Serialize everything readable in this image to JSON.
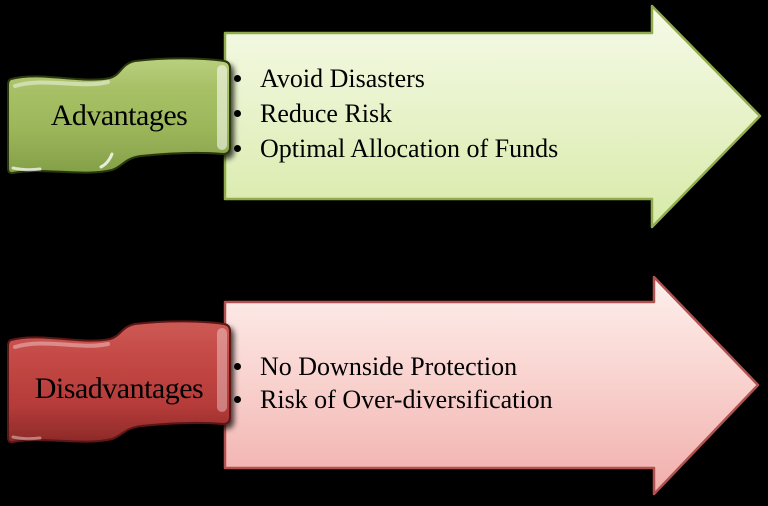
{
  "background_color": "#000000",
  "text_color": "#000000",
  "advantages": {
    "label": "Advantages",
    "items": [
      "Avoid Disasters",
      "Reduce Risk",
      "Optimal Allocation of Funds"
    ],
    "ribbon_fill_top": "#b9cf7e",
    "ribbon_fill_bottom": "#84a048",
    "ribbon_outline": "#2c370f",
    "arrow_fill_top": "#f5fae8",
    "arrow_fill_bottom": "#d7eaa8",
    "arrow_outline": "#92ab4d"
  },
  "disadvantages": {
    "label": "Disadvantages",
    "items": [
      "No Downside Protection",
      "Risk of Over-diversification"
    ],
    "ribbon_fill_top": "#cd5a55",
    "ribbon_fill_bottom": "#8c2a28",
    "ribbon_outline": "#5d1716",
    "arrow_fill_top": "#fdf0ed",
    "arrow_fill_bottom": "#f1aeab",
    "arrow_outline": "#b05350"
  }
}
